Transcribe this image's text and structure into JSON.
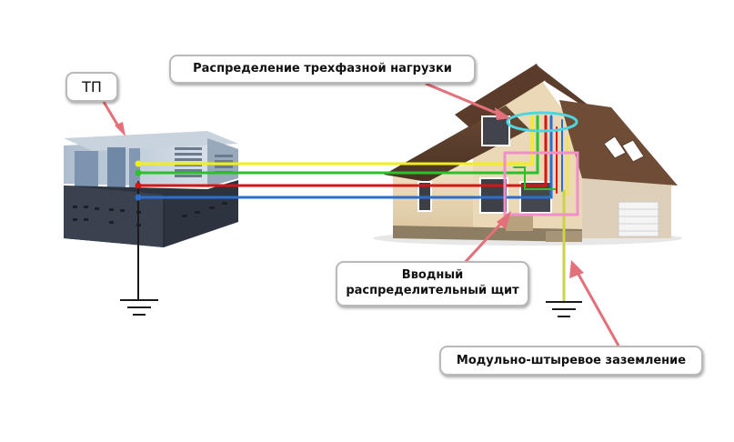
{
  "labels": {
    "tp": "ТП",
    "three_phase_load": "Распределение трехфазной нагрузки",
    "panel_line1": "Вводный",
    "panel_line2": "распределительный щит",
    "grounding": "Модульно-штыревое заземление"
  },
  "colors": {
    "phase_yellow": "#f2ee1a",
    "phase_green": "#2cc02c",
    "phase_red": "#d81414",
    "neutral_blue": "#2a6fd0",
    "ground_wire": "#c9d44a",
    "pointer": "#e3707a",
    "panel_outline": "#f090c8",
    "distribution_ring": "#4dd6e0"
  }
}
